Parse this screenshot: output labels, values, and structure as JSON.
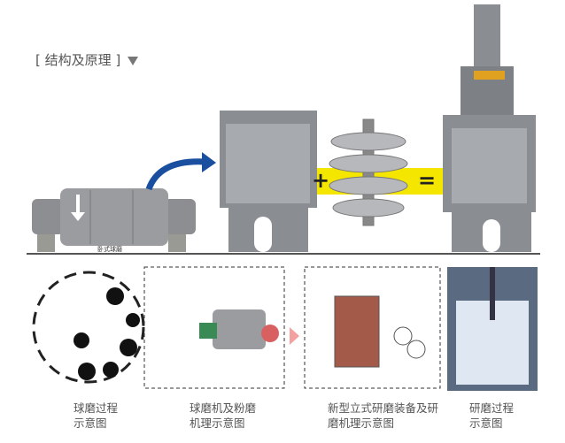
{
  "title": "[ 结构及原理 ]",
  "horizontal_mill_label": "卧式球磨",
  "operators": {
    "plus": "+",
    "equals": "="
  },
  "captions": [
    {
      "line1": "球磨过程",
      "line2": "示意图"
    },
    {
      "line1": "球磨机及粉磨",
      "line2": "机理示意图"
    },
    {
      "line1": "新型立式研磨装备及研",
      "line2": "磨机理示意图"
    },
    {
      "line1": "研磨过程",
      "line2": "示意图"
    }
  ],
  "colors": {
    "arrow_blue": "#1a4fa0",
    "yellow_band": "#f5e600",
    "machine_gray": "#8a8d92",
    "red_arrow": "#e86060"
  }
}
